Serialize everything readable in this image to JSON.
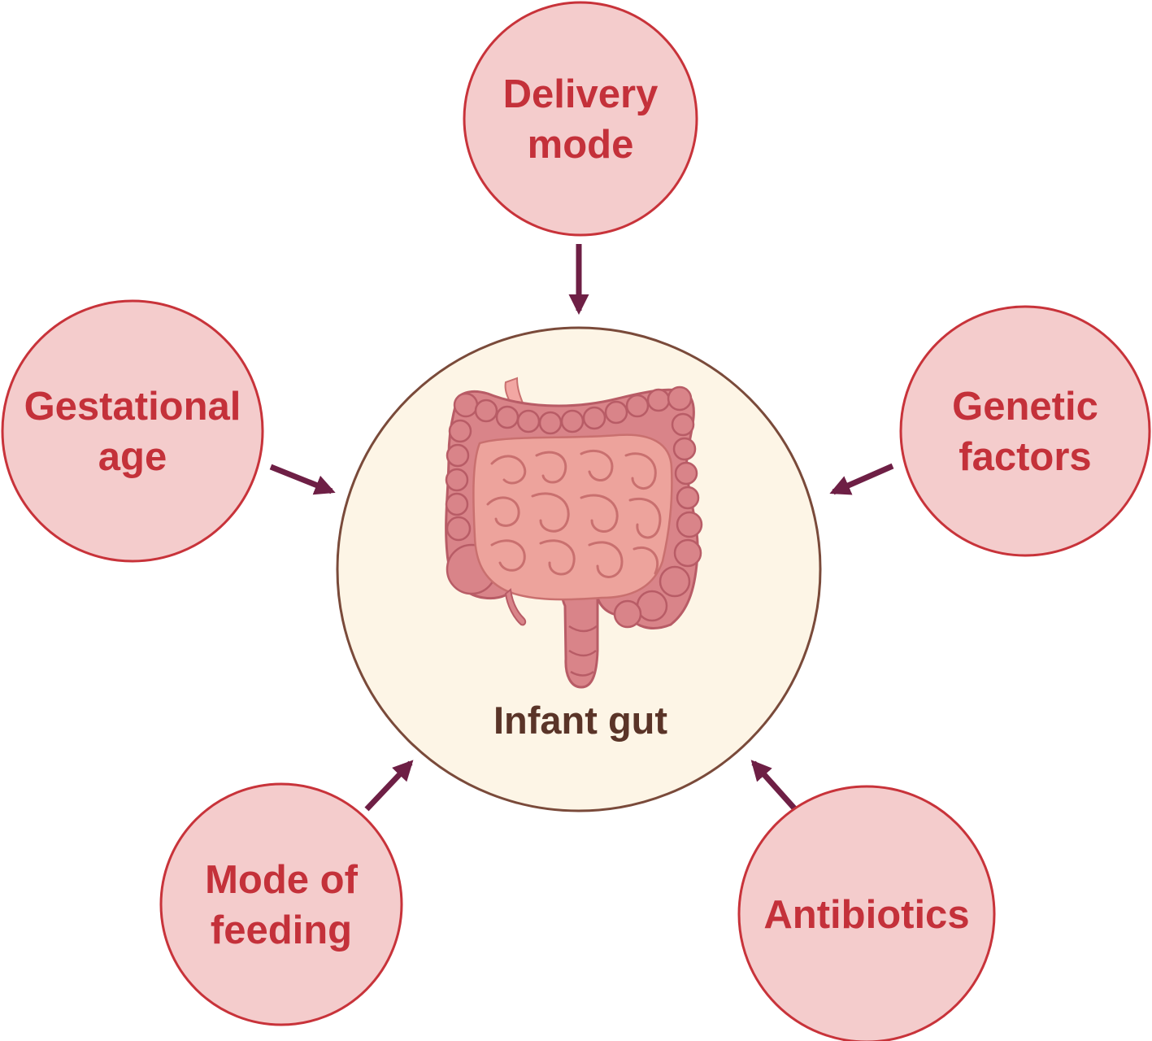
{
  "colors": {
    "factor_fill": "#f4cccc",
    "factor_stroke": "#c8333a",
    "factor_text": "#c4313a",
    "center_fill": "#fdf5e6",
    "center_stroke": "#7a4a3a",
    "center_text": "#5a3428",
    "arrow": "#6e1f45",
    "gut_colon": "#d98489",
    "gut_colon_shadow": "#b85c66",
    "gut_small": "#eda39c",
    "gut_small_line": "#c9706f",
    "esophagus": "#f2a7a3"
  },
  "center": {
    "label": "Infant gut",
    "icon": "intestines-icon"
  },
  "factors": [
    {
      "id": "delivery-mode",
      "lines": [
        "Delivery",
        "mode"
      ]
    },
    {
      "id": "gestational-age",
      "lines": [
        "Gestational",
        "age"
      ]
    },
    {
      "id": "genetic-factors",
      "lines": [
        "Genetic",
        "factors"
      ]
    },
    {
      "id": "mode-of-feeding",
      "lines": [
        "Mode of",
        "feeding"
      ]
    },
    {
      "id": "antibiotics",
      "lines": [
        "Antibiotics"
      ]
    }
  ]
}
